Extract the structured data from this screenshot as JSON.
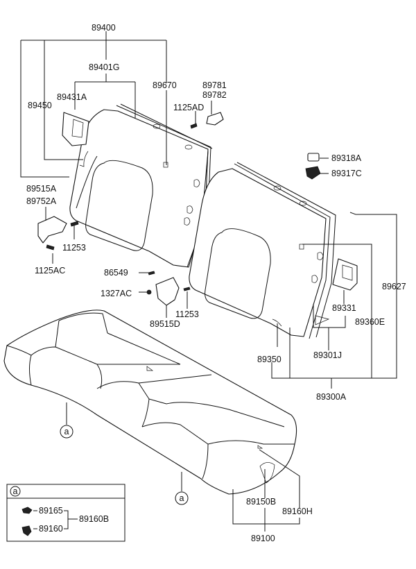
{
  "parts": {
    "p89400": "89400",
    "p89401G": "89401G",
    "p89450": "89450",
    "p89431A": "89431A",
    "p89670": "89670",
    "p89781": "89781",
    "p89782": "89782",
    "p1125AD": "1125AD",
    "p89318A": "89318A",
    "p89317C": "89317C",
    "p89515A": "89515A",
    "p89752A": "89752A",
    "p11253a": "11253",
    "p1125AC": "1125AC",
    "p86549": "86549",
    "p1327AC": "1327AC",
    "p11253b": "11253",
    "p89515D": "89515D",
    "p89627": "89627",
    "p89331": "89331",
    "p89360E": "89360E",
    "p89350": "89350",
    "p89301J": "89301J",
    "p89300A": "89300A",
    "p89150B": "89150B",
    "p89160H": "89160H",
    "p89100": "89100",
    "p89165": "89165",
    "p89160": "89160",
    "p89160B": "89160B"
  },
  "callout": {
    "marker": "a"
  }
}
